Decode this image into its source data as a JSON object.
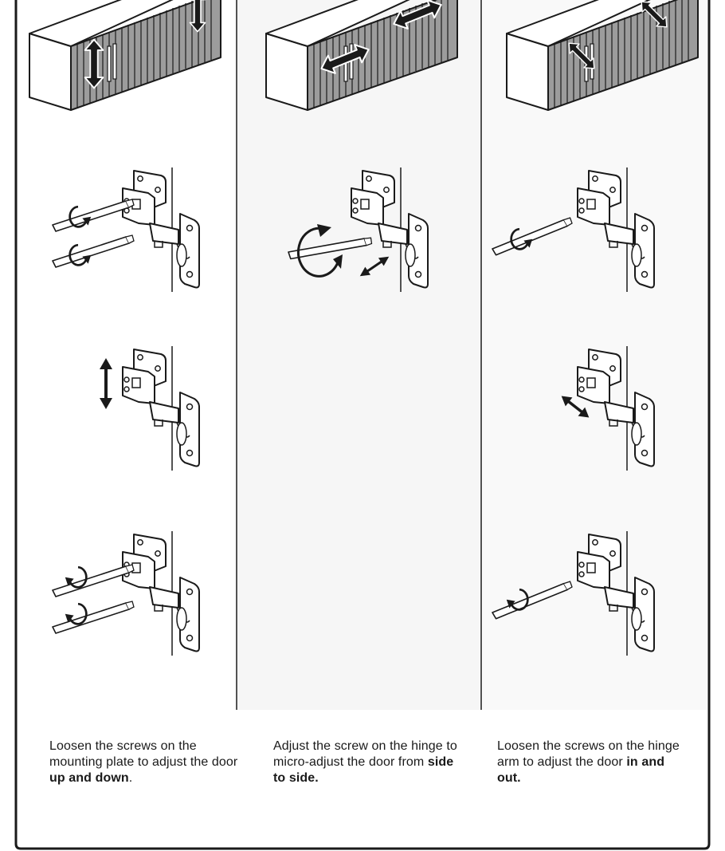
{
  "columns": [
    {
      "caption_pre": "Loosen the screws on the mounting plate to adjust the door ",
      "caption_bold": "up and down",
      "caption_post": ".",
      "adjust_icon": "vertical-arrow-icon"
    },
    {
      "caption_pre": "Adjust the screw on the hinge to micro-adjust the door from ",
      "caption_bold": "side to side.",
      "caption_post": "",
      "adjust_icon": "horizontal-arrow-icon"
    },
    {
      "caption_pre": "Loosen the screws on the hinge arm to adjust the door ",
      "caption_bold": "in and out.",
      "caption_post": "",
      "adjust_icon": "diagonal-arrow-icon"
    }
  ],
  "colors": {
    "line": "#1a1a1a",
    "door_fill": "#9c9c9c",
    "panel_bg": "#f6f6f6",
    "text": "#1a1a1a"
  }
}
